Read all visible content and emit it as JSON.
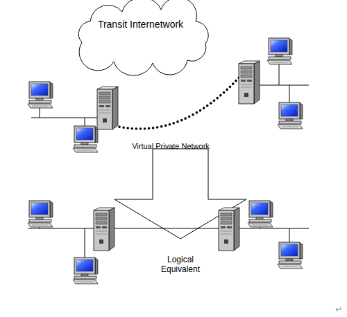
{
  "diagram": {
    "nodes": [
      {
        "text": [
          "Transit Internetwork"
        ]
      }
    ],
    "labels": [
      "Virtual Private Network",
      "Logical Equivalent",
      "↵"
    ]
  }
}
